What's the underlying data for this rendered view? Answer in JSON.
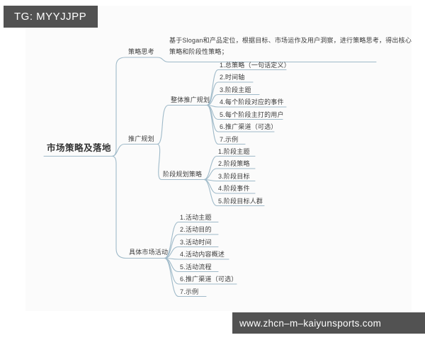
{
  "header": {
    "badge": "TG: MYYJJPP"
  },
  "footer": {
    "url": "www.zhcn–m–kaiyunsports.com"
  },
  "colors": {
    "line": "#9fbac9",
    "text": "#3c3c3c",
    "bar_bg": "#525252",
    "bar_text": "#ffffff"
  },
  "mindmap": {
    "root": "市场策略及落地",
    "strategy_thinking": {
      "label": "策略思考",
      "note_line1": "基于Slogan和产品定位，根据目标、市场运作及用户洞察，进行策略思考，得出核心",
      "note_line2": "策略和阶段性策略；"
    },
    "promotion_planning": {
      "label": "推广规划",
      "overall": {
        "label": "整体推广规划",
        "items": [
          "1.总策略（一句话定义）",
          "2.时间轴",
          "3.阶段主题",
          "4.每个阶段对应的事件",
          "5.每个阶段主打的用户",
          "6.推广渠道（可选）",
          "7.示例"
        ]
      },
      "stage": {
        "label": "阶段规划策略",
        "items": [
          "1.阶段主题",
          "2.阶段策略",
          "3.阶段目标",
          "4.阶段事件",
          "5.阶段目标人群"
        ]
      }
    },
    "market_activities": {
      "label": "具体市场活动",
      "items": [
        "1.活动主题",
        "2.活动目的",
        "3.活动时间",
        "4.活动内容概述",
        "5.活动流程",
        "6.推广渠道（可选）",
        "7.示例"
      ]
    }
  }
}
